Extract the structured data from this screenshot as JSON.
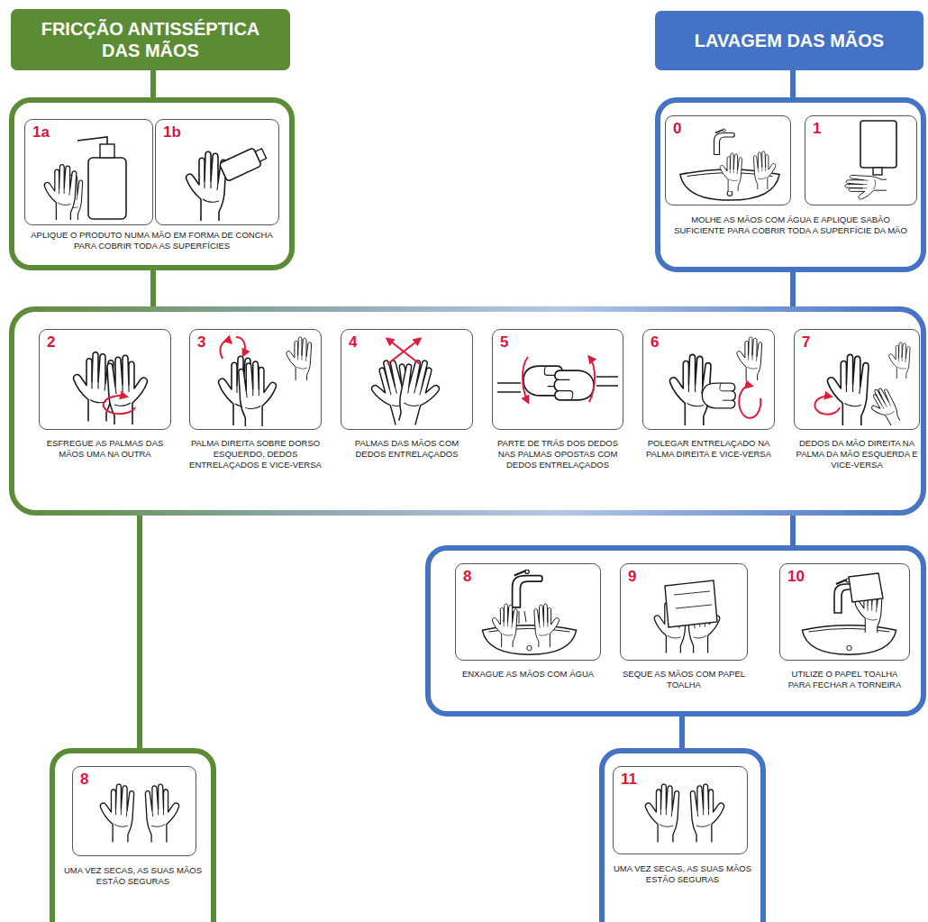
{
  "diagram": {
    "nodes": [
      {
        "text": [
          "FRICÇÃO ANTISSÉPTICA DAS MÃOS"
        ]
      },
      {
        "text": [
          "LAVAGEM DAS MÃOS"
        ]
      },
      {
        "text": [
          "APLIQUE O PRODUTO NUMA MÃO EM FORMA DE CONCHA PARA COBRIR TODA AS SUPERFÍCIES"
        ]
      },
      {
        "text": [
          "1a"
        ],
        "in": 2
      },
      {
        "text": [
          "1b"
        ],
        "in": 2
      },
      {
        "text": [
          "MOLHE AS MÃOS COM ÁGUA E APLIQUE SABÃO SUFICIENTE PARA COBRIR TODA A SUPERFÍCIE DA MÃO"
        ]
      },
      {
        "text": [
          "0"
        ],
        "in": 5
      },
      {
        "text": [
          "1"
        ],
        "in": 5
      },
      {
        "text": []
      },
      {
        "text": [
          "2",
          "ESFREGUE AS PALMAS DAS MÃOS UMA NA OUTRA"
        ],
        "in": 8
      },
      {
        "text": [
          "3",
          "PALMA DIREITA SOBRE DORSO ESQUERDO, DEDOS ENTRELAÇADOS E VICE-VERSA"
        ],
        "in": 8
      },
      {
        "text": [
          "4",
          "PALMAS DAS MÃOS COM DEDOS ENTRELAÇADOS"
        ],
        "in": 8
      },
      {
        "text": [
          "5",
          "PARTE DE TRÁS DOS DEDOS NAS PALMAS OPOSTAS COM DEDOS ENTRELAÇADOS"
        ],
        "in": 8
      },
      {
        "text": [
          "6",
          "POLEGAR ENTRELAÇADO NA PALMA DIREITA E VICE-VERSA"
        ],
        "in": 8
      },
      {
        "text": [
          "7",
          "DEDOS DA MÃO DIREITA NA PALMA DA MÃO ESQUERDA E VICE-VERSA"
        ],
        "in": 8
      },
      {
        "text": []
      },
      {
        "text": [
          "8",
          "ENXAGUE AS MÃOS COM ÁGUA"
        ],
        "in": 15
      },
      {
        "text": [
          "9",
          "SEQUE AS MÃOS COM PAPEL TOALHA"
        ],
        "in": 15
      },
      {
        "text": [
          "10",
          "UTILIZE O PAPEL TOALHA PARA FECHAR A TORNEIRA"
        ],
        "in": 15
      },
      {
        "text": [
          "UMA VEZ SECAS, AS SUAS MÃOS ESTÃO SEGURAS"
        ]
      },
      {
        "text": [
          "8"
        ],
        "in": 19
      },
      {
        "text": [
          "UMA VEZ SECAS, AS SUAS MÃOS ESTÃO SEGURAS"
        ]
      },
      {
        "text": [
          "11"
        ],
        "in": 21
      }
    ],
    "edges": [
      {
        "from": 0,
        "to": 2,
        "arrow": "none"
      },
      {
        "from": 2,
        "to": 8,
        "arrow": "none"
      },
      {
        "from": 8,
        "to": 19,
        "arrow": "none"
      },
      {
        "from": 1,
        "to": 5,
        "arrow": "none"
      },
      {
        "from": 5,
        "to": 8,
        "arrow": "none"
      },
      {
        "from": 8,
        "to": 15,
        "arrow": "none"
      },
      {
        "from": 15,
        "to": 21,
        "arrow": "none"
      }
    ]
  }
}
